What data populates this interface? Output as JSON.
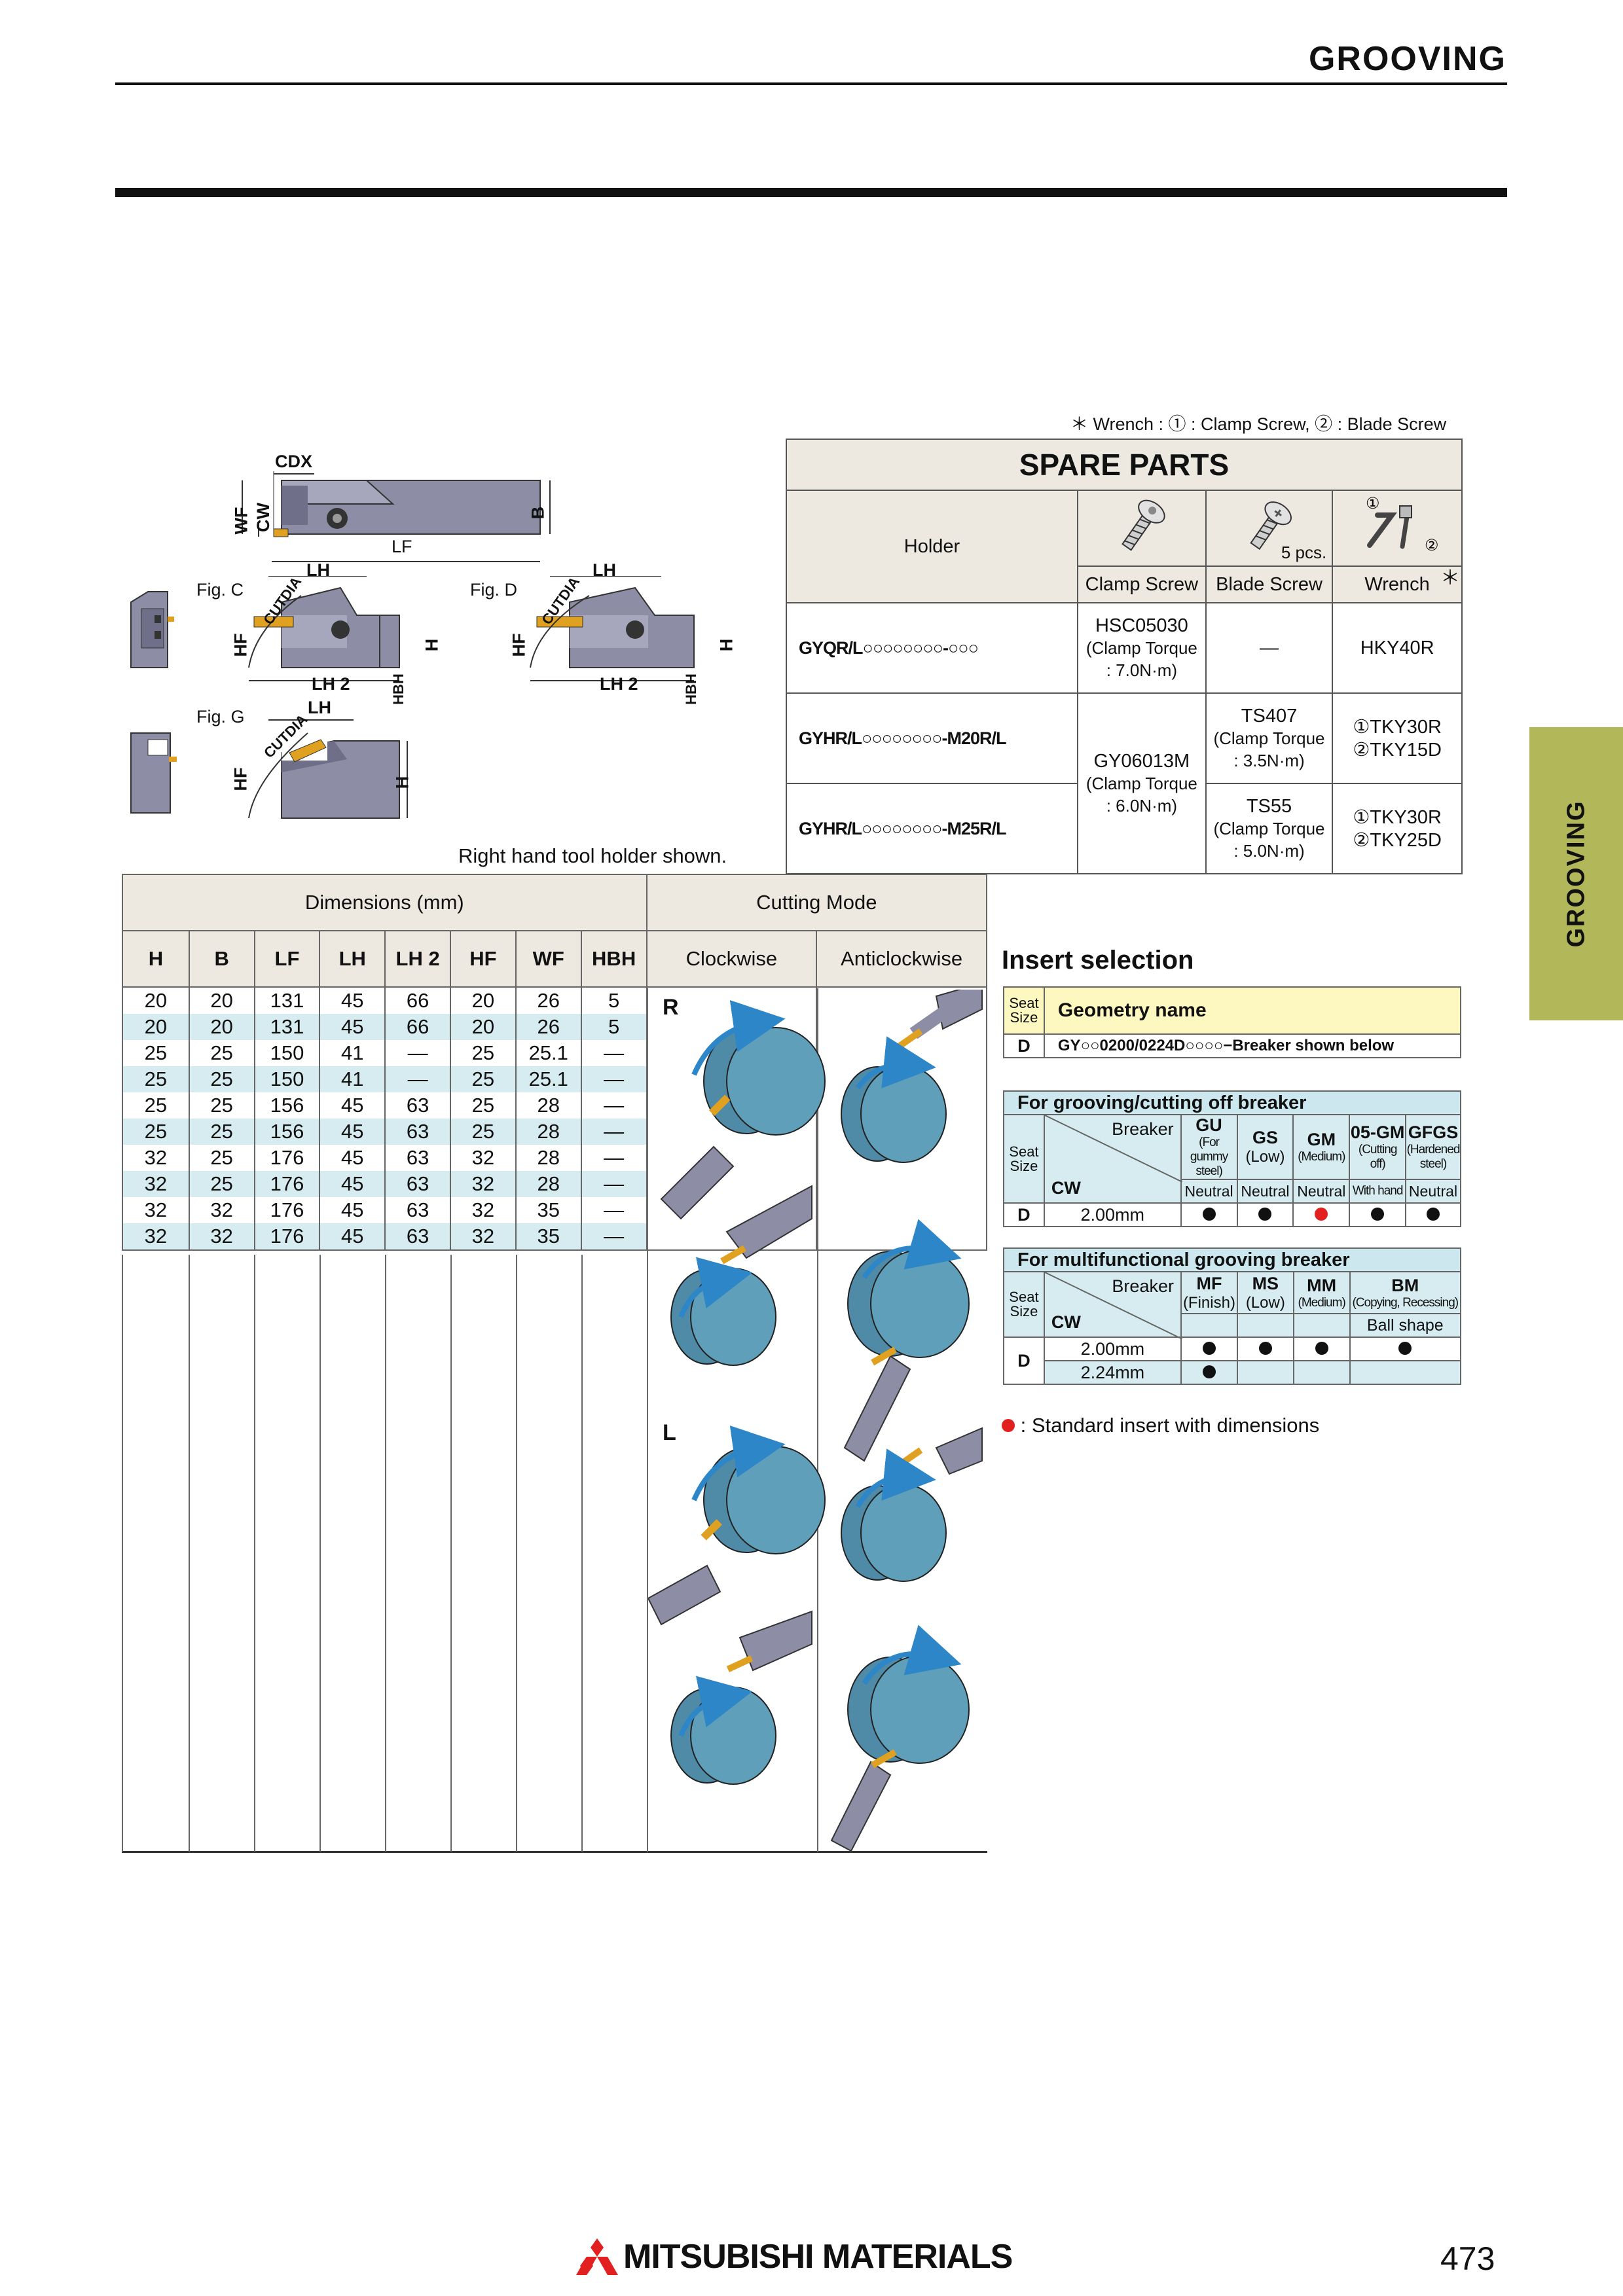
{
  "header": {
    "title": "GROOVING"
  },
  "side_tab": {
    "label": "GROOVING"
  },
  "wrench_note": "＊ Wrench : ① : Clamp Screw, ② : Blade Screw",
  "spare_parts": {
    "title": "SPARE PARTS",
    "col_holder": "Holder",
    "col_clamp": "Clamp Screw",
    "col_blade": "Blade Screw",
    "col_wrench": "Wrench",
    "blade_qty": "5 pcs.",
    "wrench_star": "＊",
    "rows": [
      {
        "holder": "GYQR/L○○○○○○○○-○○○",
        "clamp_l1": "HSC05030",
        "clamp_l2": "(Clamp Torque",
        "clamp_l3": ": 7.0N·m)",
        "blade_l1": "—",
        "blade_l2": "",
        "blade_l3": "",
        "wrench_l1": "HKY40R",
        "wrench_l2": ""
      },
      {
        "holder": "GYHR/L○○○○○○○○-M20R/L",
        "clamp_l1": "GY06013M",
        "clamp_l2": "(Clamp Torque",
        "clamp_l3": ": 6.0N·m)",
        "blade_l1": "TS407",
        "blade_l2": "(Clamp Torque",
        "blade_l3": ": 3.5N·m)",
        "wrench_l1": "①TKY30R",
        "wrench_l2": "②TKY15D"
      },
      {
        "holder": "GYHR/L○○○○○○○○-M25R/L",
        "blade_l1": "TS55",
        "blade_l2": "(Clamp Torque",
        "blade_l3": ": 5.0N·m)",
        "wrench_l1": "①TKY30R",
        "wrench_l2": "②TKY25D"
      }
    ]
  },
  "figures": {
    "fig_c": "Fig. C",
    "fig_d": "Fig. D",
    "fig_g": "Fig. G",
    "labels": {
      "cdx": "CDX",
      "wf": "WF",
      "cw": "CW",
      "b": "B",
      "lf": "LF",
      "lh": "LH",
      "lh2": "LH 2",
      "hf": "HF",
      "h": "H",
      "hbh": "HBH",
      "cutdia": "CUTDIA"
    },
    "right_hand_note": "Right hand tool holder shown."
  },
  "dimensions": {
    "group_header": "Dimensions (mm)",
    "cutting_header": "Cutting Mode",
    "columns": [
      "H",
      "B",
      "LF",
      "LH",
      "LH 2",
      "HF",
      "WF",
      "HBH"
    ],
    "col_clockwise": "Clockwise",
    "col_anticlockwise": "Anticlockwise",
    "rows": [
      [
        "20",
        "20",
        "131",
        "45",
        "66",
        "20",
        "26",
        "5"
      ],
      [
        "20",
        "20",
        "131",
        "45",
        "66",
        "20",
        "26",
        "5"
      ],
      [
        "25",
        "25",
        "150",
        "41",
        "—",
        "25",
        "25.1",
        "—"
      ],
      [
        "25",
        "25",
        "150",
        "41",
        "—",
        "25",
        "25.1",
        "—"
      ],
      [
        "25",
        "25",
        "156",
        "45",
        "63",
        "25",
        "28",
        "—"
      ],
      [
        "25",
        "25",
        "156",
        "45",
        "63",
        "25",
        "28",
        "—"
      ],
      [
        "32",
        "25",
        "176",
        "45",
        "63",
        "32",
        "28",
        "—"
      ],
      [
        "32",
        "25",
        "176",
        "45",
        "63",
        "32",
        "28",
        "—"
      ],
      [
        "32",
        "32",
        "176",
        "45",
        "63",
        "32",
        "35",
        "—"
      ],
      [
        "32",
        "32",
        "176",
        "45",
        "63",
        "32",
        "35",
        "—"
      ]
    ],
    "mode_r": "R",
    "mode_l": "L"
  },
  "insert_selection": {
    "title": "Insert selection",
    "geom_table": {
      "seat_size": "Seat Size",
      "geometry_name": "Geometry name",
      "row_seat": "D",
      "row_geom": "GY○○0200/0224D○○○○−Breaker shown below"
    },
    "grooving_table": {
      "title": "For grooving/cutting off breaker",
      "breaker_label": "Breaker",
      "seat_size": "Seat Size",
      "cw": "CW",
      "breakers": [
        {
          "name": "GU",
          "desc": "(For gummy steel)",
          "type": "Neutral"
        },
        {
          "name": "GS",
          "desc": "(Low)",
          "type": "Neutral"
        },
        {
          "name": "GM",
          "desc": "(Medium)",
          "type": "Neutral"
        },
        {
          "name": "05-GM",
          "desc": "(Cutting off)",
          "type": "With hand"
        },
        {
          "name": "GFGS",
          "desc": "(Hardened steel)",
          "type": "Neutral"
        }
      ],
      "row_seat": "D",
      "row_cw": "2.00mm"
    },
    "multi_table": {
      "title": "For multifunctional grooving breaker",
      "breaker_label": "Breaker",
      "seat_size": "Seat Size",
      "cw": "CW",
      "breakers": [
        {
          "name": "MF",
          "desc": "(Finish)"
        },
        {
          "name": "MS",
          "desc": "(Low)"
        },
        {
          "name": "MM",
          "desc": "(Medium)"
        },
        {
          "name": "BM",
          "desc": "(Copying, Recessing)"
        }
      ],
      "bm_shape": "Ball shape",
      "row_seat": "D",
      "cw_rows": [
        "2.00mm",
        "2.24mm"
      ]
    },
    "legend": ": Standard insert with dimensions"
  },
  "colors": {
    "tab": "#b2b85a",
    "beige": "#ede9e0",
    "light_blue": "#d6ecf0",
    "yellow": "#fdf8c0",
    "red_dot": "#e32020",
    "holder_gray": "#8d8da6",
    "insert_gold": "#e0a020",
    "workpiece_blue": "#5f9fba",
    "arrow_blue": "#2d86c8"
  },
  "footer": {
    "brand": "MITSUBISHI MATERIALS",
    "page_number": "473"
  }
}
